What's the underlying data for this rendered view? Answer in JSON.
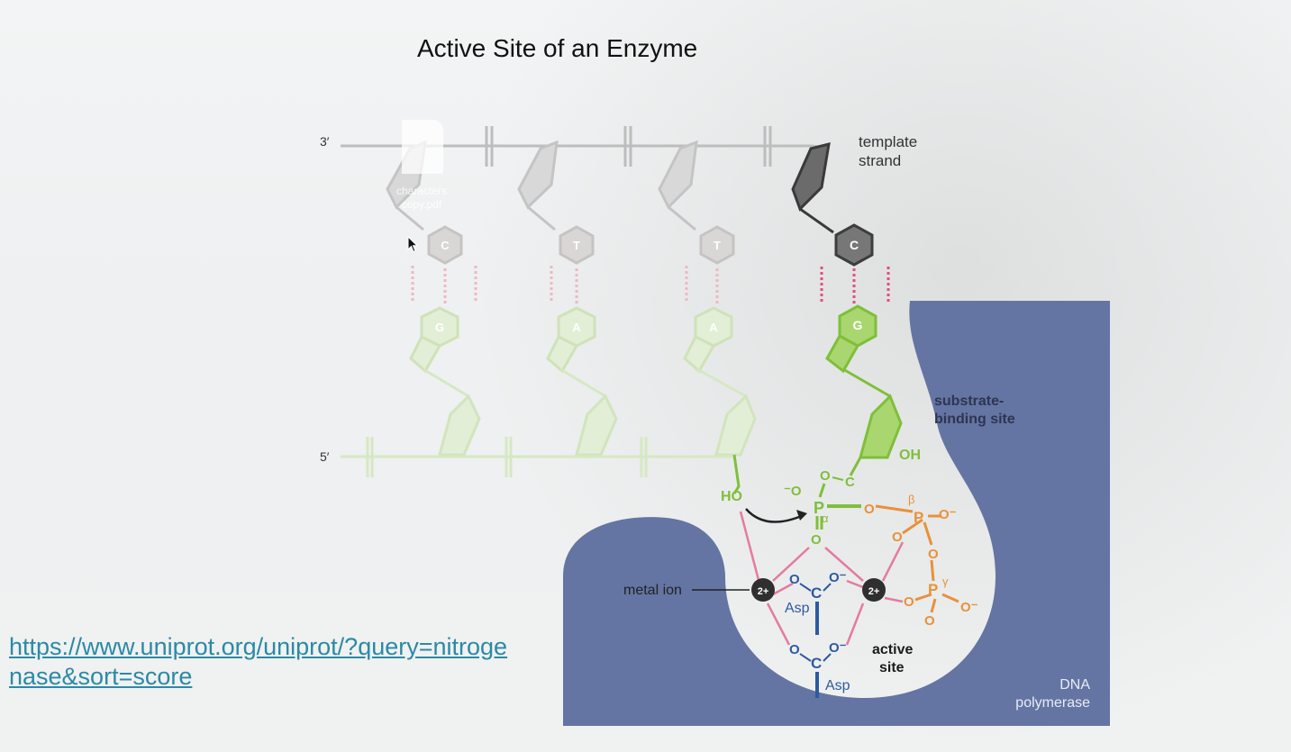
{
  "slide": {
    "title": "Active Site of an Enzyme",
    "link_text": "https://www.uniprot.org/uniprot/?query=nitrogenase&sort=score"
  },
  "ghost_file": {
    "line1": "characters",
    "line2": "copy.pdf"
  },
  "diagram": {
    "strand_3prime": "3′",
    "strand_5prime": "5′",
    "template_label_line1": "template",
    "template_label_line2": "strand",
    "substrate_label_line1": "substrate-",
    "substrate_label_line2": "binding site",
    "active_label_line1": "active",
    "active_label_line2": "site",
    "polymerase_label_line1": "DNA",
    "polymerase_label_line2": "polymerase",
    "metal_label": "metal ion",
    "metal_charge": "2+",
    "asp_label": "Asp",
    "template_bases": [
      "C",
      "T",
      "T",
      "C"
    ],
    "primer_bases": [
      "G",
      "A",
      "A",
      "G"
    ],
    "oh_label": "OH",
    "ho_label": "HO",
    "phosphate_p": "P",
    "oxygen": "O",
    "o_minus": "O⁻",
    "minus_o": "⁻O",
    "carbon": "C",
    "alpha": "α",
    "beta": "β",
    "gamma": "γ"
  },
  "colors": {
    "polymerase": "#6475a3",
    "template_dark": "#4a4a4a",
    "template_faded": "#c9c9c9",
    "primer_green": "#7fbf3a",
    "primer_faded": "#d6e8c2",
    "hbond_pink": "#e0607a",
    "phosphate_orange": "#e8913a",
    "asp_blue": "#2d5aa0",
    "link": "#2a8aa6"
  }
}
